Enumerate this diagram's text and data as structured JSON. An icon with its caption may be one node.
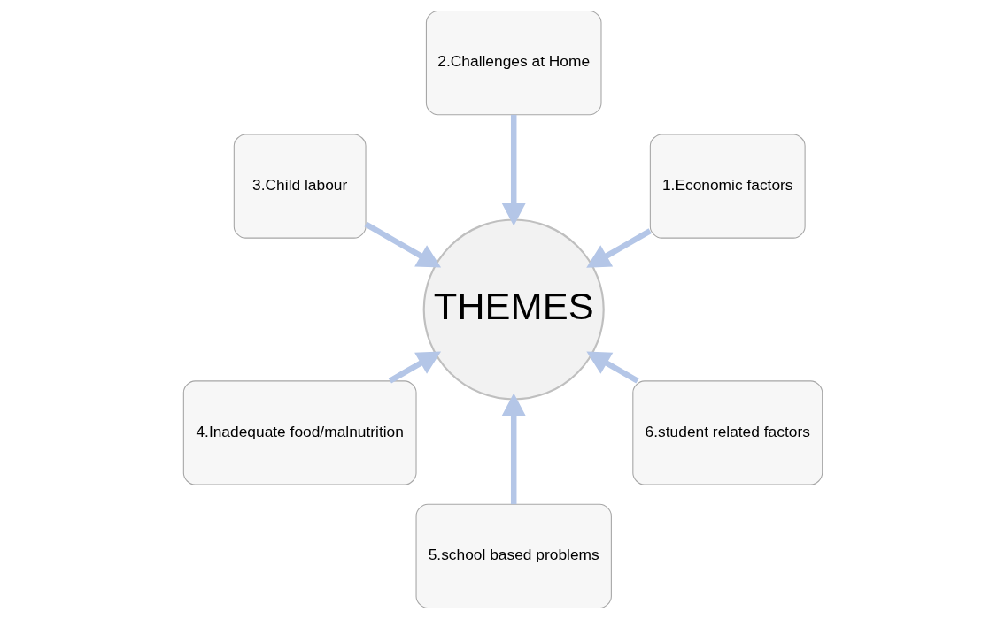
{
  "diagram": {
    "nodes": [
      {
        "text": [
          "1.Economic factors"
        ]
      },
      {
        "text": [
          "2.Challenges at Home"
        ]
      },
      {
        "text": [
          "3.Child labour"
        ]
      },
      {
        "text": [
          "4.Inadequate food/malnutrition"
        ]
      },
      {
        "text": [
          "5.school based problems"
        ]
      },
      {
        "text": [
          "6.student related factors"
        ]
      },
      {
        "text": [
          "THEMES"
        ]
      }
    ],
    "edges": [
      {
        "from": 0,
        "to": 6,
        "arrow": "to"
      },
      {
        "from": 1,
        "to": 6,
        "arrow": "to"
      },
      {
        "from": 2,
        "to": 6,
        "arrow": "to"
      },
      {
        "from": 3,
        "to": 6,
        "arrow": "to"
      },
      {
        "from": 4,
        "to": 6,
        "arrow": "to"
      },
      {
        "from": 5,
        "to": 6,
        "arrow": "to"
      }
    ]
  }
}
